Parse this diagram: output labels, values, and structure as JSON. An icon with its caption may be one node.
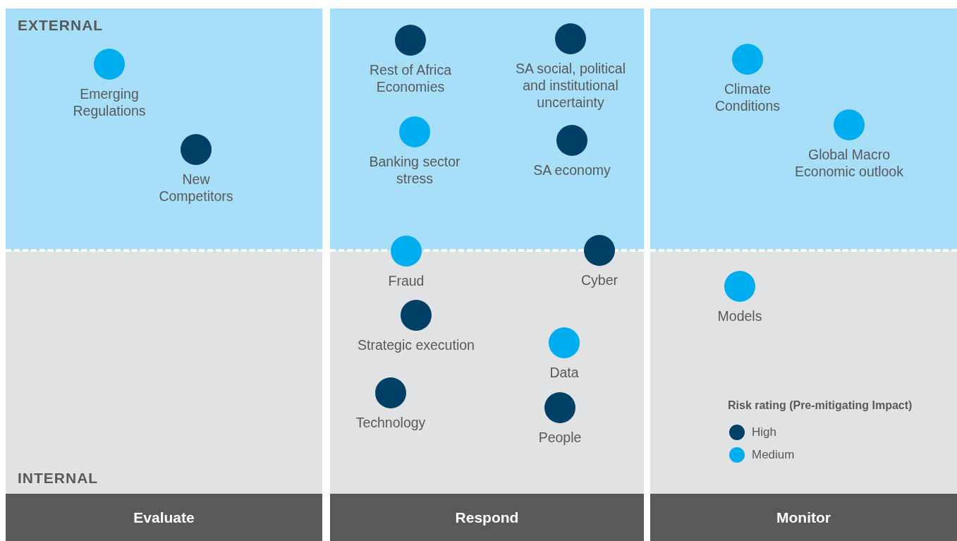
{
  "diagram": {
    "nodes": [
      {
        "text": [
          "Evaluate"
        ]
      },
      {
        "text": [
          "Respond"
        ]
      },
      {
        "text": [
          "Monitor"
        ]
      },
      {
        "text": [
          "Emerging Regulations"
        ],
        "in": 0
      },
      {
        "text": [
          "New Competitors"
        ],
        "in": 0
      },
      {
        "text": [
          "Rest of Africa Economies"
        ],
        "in": 1
      },
      {
        "text": [
          "SA social, political and institutional uncertainty"
        ],
        "in": 1
      },
      {
        "text": [
          "Banking sector stress"
        ],
        "in": 1
      },
      {
        "text": [
          "SA economy"
        ],
        "in": 1
      },
      {
        "text": [
          "Fraud"
        ],
        "in": 1
      },
      {
        "text": [
          "Cyber"
        ],
        "in": 1
      },
      {
        "text": [
          "Strategic execution"
        ],
        "in": 1
      },
      {
        "text": [
          "Data"
        ],
        "in": 1
      },
      {
        "text": [
          "Technology"
        ],
        "in": 1
      },
      {
        "text": [
          "People"
        ],
        "in": 1
      },
      {
        "text": [
          "Climate Conditions"
        ],
        "in": 2
      },
      {
        "text": [
          "Global Macro Economic outlook"
        ],
        "in": 2
      },
      {
        "text": [
          "Models"
        ],
        "in": 2
      }
    ],
    "labels": [
      "EXTERNAL",
      "INTERNAL",
      "Risk rating (Pre-mitigating Impact)"
    ],
    "legend": [
      {
        "text": "High",
        "color": "#003f66"
      },
      {
        "text": "Medium",
        "color": "#00aeef"
      }
    ]
  }
}
